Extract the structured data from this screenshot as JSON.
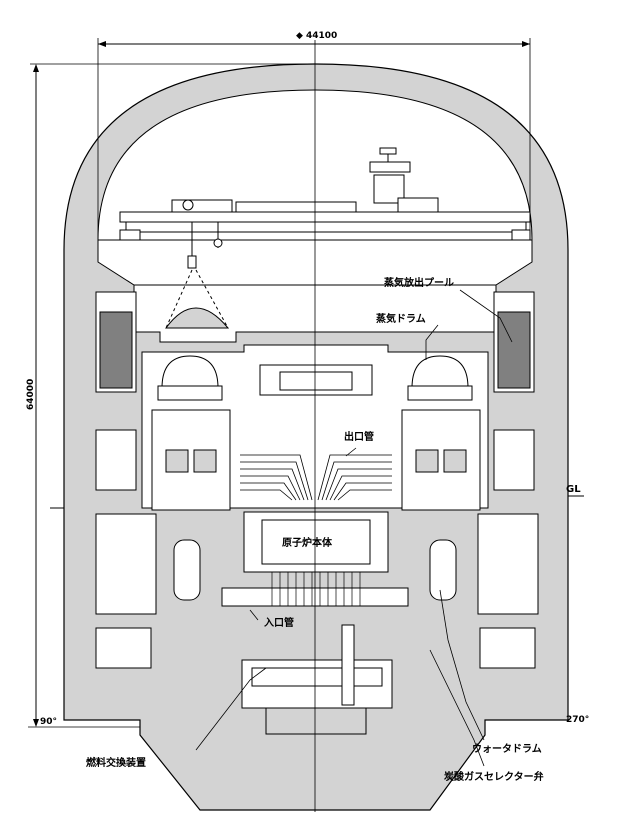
{
  "dimensions": {
    "width_label": "44100",
    "width_prefix": "◆",
    "height_label": "64000"
  },
  "markers": {
    "ground_level": "GL",
    "angle_left": "90°",
    "angle_right": "270°"
  },
  "labels": {
    "steam_discharge_pool": "蒸気放出プール",
    "steam_drum": "蒸気ドラム",
    "outlet_pipe": "出口管",
    "reactor_body": "原子炉本体",
    "inlet_pipe": "入口管",
    "water_drum": "ウォータドラム",
    "fuel_exchange_device": "燃料交換装置",
    "co2_selector_valve": "炭酸ガスセレクター弁"
  },
  "colors": {
    "concrete": "#d3d3d3",
    "pool_water": "#808080",
    "line": "#000000",
    "background": "#ffffff"
  }
}
